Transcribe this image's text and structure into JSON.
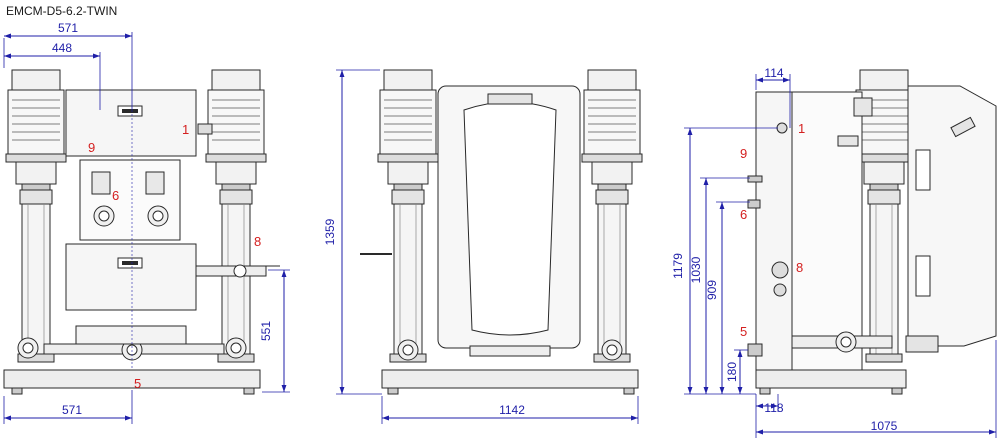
{
  "title": "EMCM-D5-6.2-TWIN",
  "colors": {
    "dimension": "#1f1fa8",
    "callout": "#d42020",
    "line": "#2a2a2a",
    "fill": "#eeeeee"
  },
  "front_view": {
    "dims": {
      "top_outer": "571",
      "top_inner": "448",
      "bottom": "571",
      "height_right": "551"
    },
    "callouts": {
      "c1": "1",
      "c9": "9",
      "c6": "6",
      "c8": "8",
      "c5": "5"
    }
  },
  "rear_view": {
    "dims": {
      "height": "1359",
      "width": "1142"
    }
  },
  "side_view": {
    "dims": {
      "top": "114",
      "h1": "1179",
      "h2": "1030",
      "h3": "909",
      "h4": "180",
      "bottom_small": "118",
      "bottom_total": "1075"
    },
    "callouts": {
      "c1": "1",
      "c9": "9",
      "c6": "6",
      "c8": "8",
      "c5": "5"
    }
  }
}
